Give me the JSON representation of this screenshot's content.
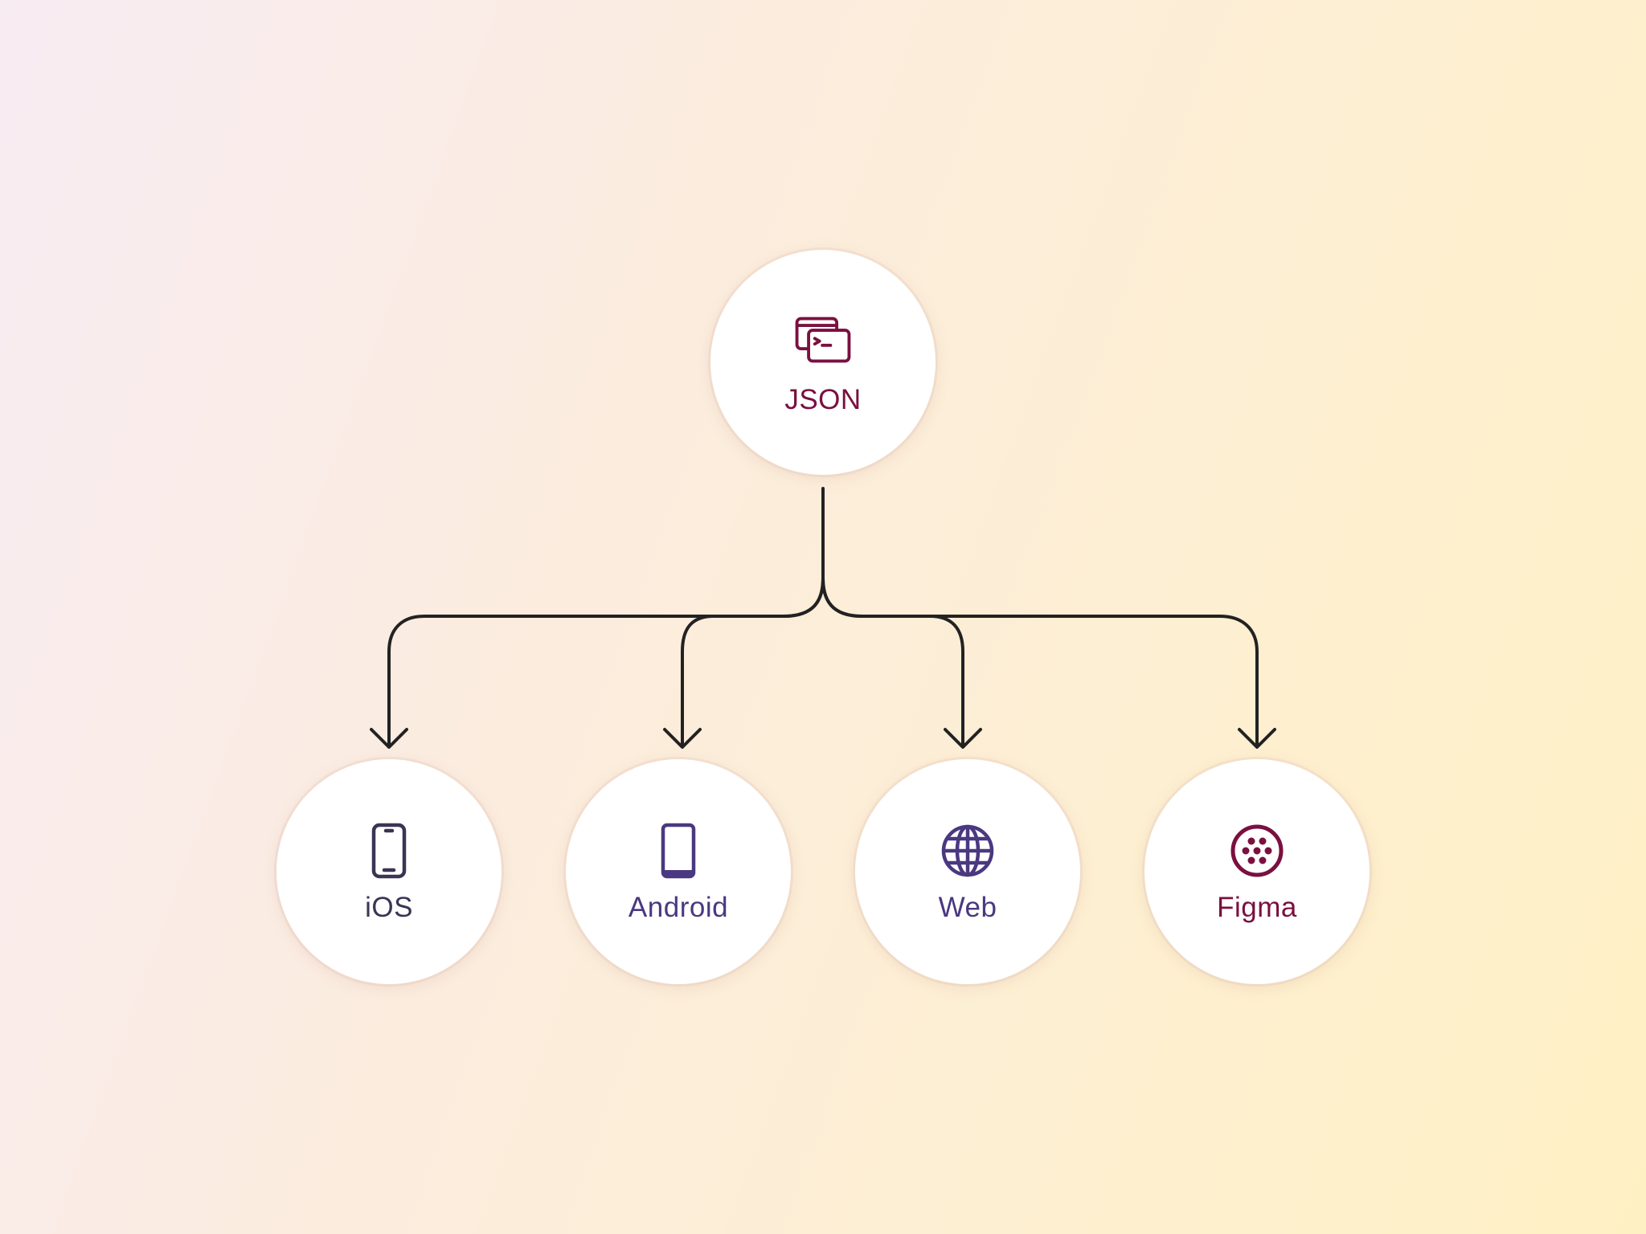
{
  "root": {
    "label": "JSON",
    "icon": "terminal-windows-icon",
    "color": "#7a1040"
  },
  "targets": [
    {
      "label": "iOS",
      "icon": "iphone-icon",
      "color": "#3c3455"
    },
    {
      "label": "Android",
      "icon": "android-phone-icon",
      "color": "#4a3880"
    },
    {
      "label": "Web",
      "icon": "globe-icon",
      "color": "#4a3880"
    },
    {
      "label": "Figma",
      "icon": "figma-dots-icon",
      "color": "#7a1040"
    }
  ],
  "colors": {
    "connector": "#222222",
    "node_background": "#ffffff"
  }
}
